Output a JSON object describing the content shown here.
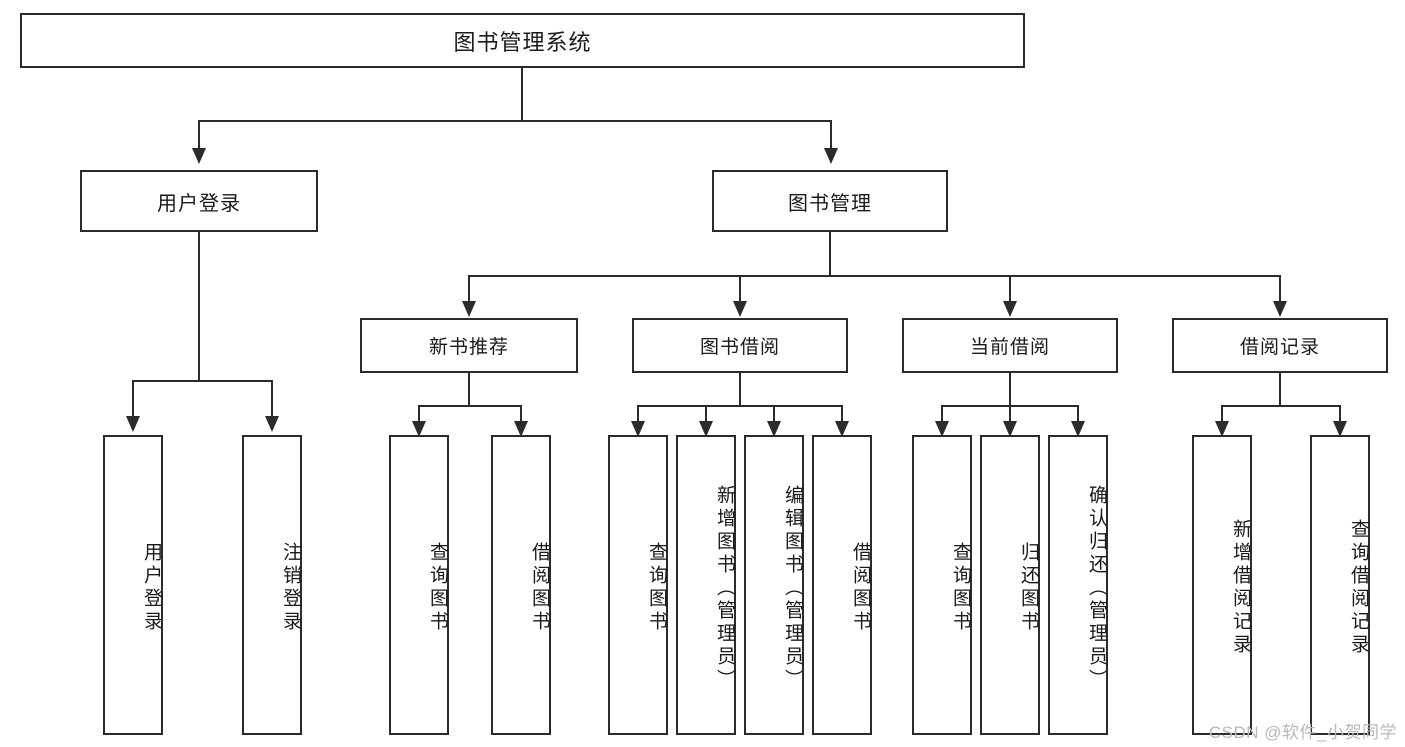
{
  "diagram": {
    "type": "tree",
    "title": "图书管理系统",
    "root": {
      "id": "root",
      "label": "图书管理系统"
    },
    "level2": [
      {
        "id": "user-login",
        "label": "用户登录"
      },
      {
        "id": "book-manage",
        "label": "图书管理"
      }
    ],
    "level3": [
      {
        "id": "new-book-rec",
        "label": "新书推荐",
        "parent": "book-manage"
      },
      {
        "id": "book-borrow",
        "label": "图书借阅",
        "parent": "book-manage"
      },
      {
        "id": "current-borrow",
        "label": "当前借阅",
        "parent": "book-manage"
      },
      {
        "id": "borrow-record",
        "label": "借阅记录",
        "parent": "book-manage"
      }
    ],
    "leaves": [
      {
        "id": "leaf-user-login",
        "label": "用户登录",
        "parent": "user-login"
      },
      {
        "id": "leaf-user-logout",
        "label": "注销登录",
        "parent": "user-login"
      },
      {
        "id": "leaf-rec-query-book",
        "label": "查询图书",
        "parent": "new-book-rec"
      },
      {
        "id": "leaf-rec-borrow-book",
        "label": "借阅图书",
        "parent": "new-book-rec"
      },
      {
        "id": "leaf-borrow-query-book",
        "label": "查询图书",
        "parent": "book-borrow"
      },
      {
        "id": "leaf-borrow-add-book",
        "label": "新增图书（管理员）",
        "parent": "book-borrow"
      },
      {
        "id": "leaf-borrow-edit-book",
        "label": "编辑图书（管理员）",
        "parent": "book-borrow"
      },
      {
        "id": "leaf-borrow-borrow-book",
        "label": "借阅图书",
        "parent": "book-borrow"
      },
      {
        "id": "leaf-cur-query-book",
        "label": "查询图书",
        "parent": "current-borrow"
      },
      {
        "id": "leaf-cur-return-book",
        "label": "归还图书",
        "parent": "current-borrow"
      },
      {
        "id": "leaf-cur-confirm-return",
        "label": "确认归还（管理员）",
        "parent": "current-borrow"
      },
      {
        "id": "leaf-rec-add-record",
        "label": "新增借阅记录",
        "parent": "borrow-record"
      },
      {
        "id": "leaf-rec-query-record",
        "label": "查询借阅记录",
        "parent": "borrow-record"
      }
    ]
  },
  "watermark": {
    "text": "CSDN @软件_小贺同学"
  },
  "colors": {
    "stroke": "#2b2b2b",
    "background": "#ffffff",
    "text": "#1a1a1a",
    "watermark": "#b9b9b9"
  }
}
